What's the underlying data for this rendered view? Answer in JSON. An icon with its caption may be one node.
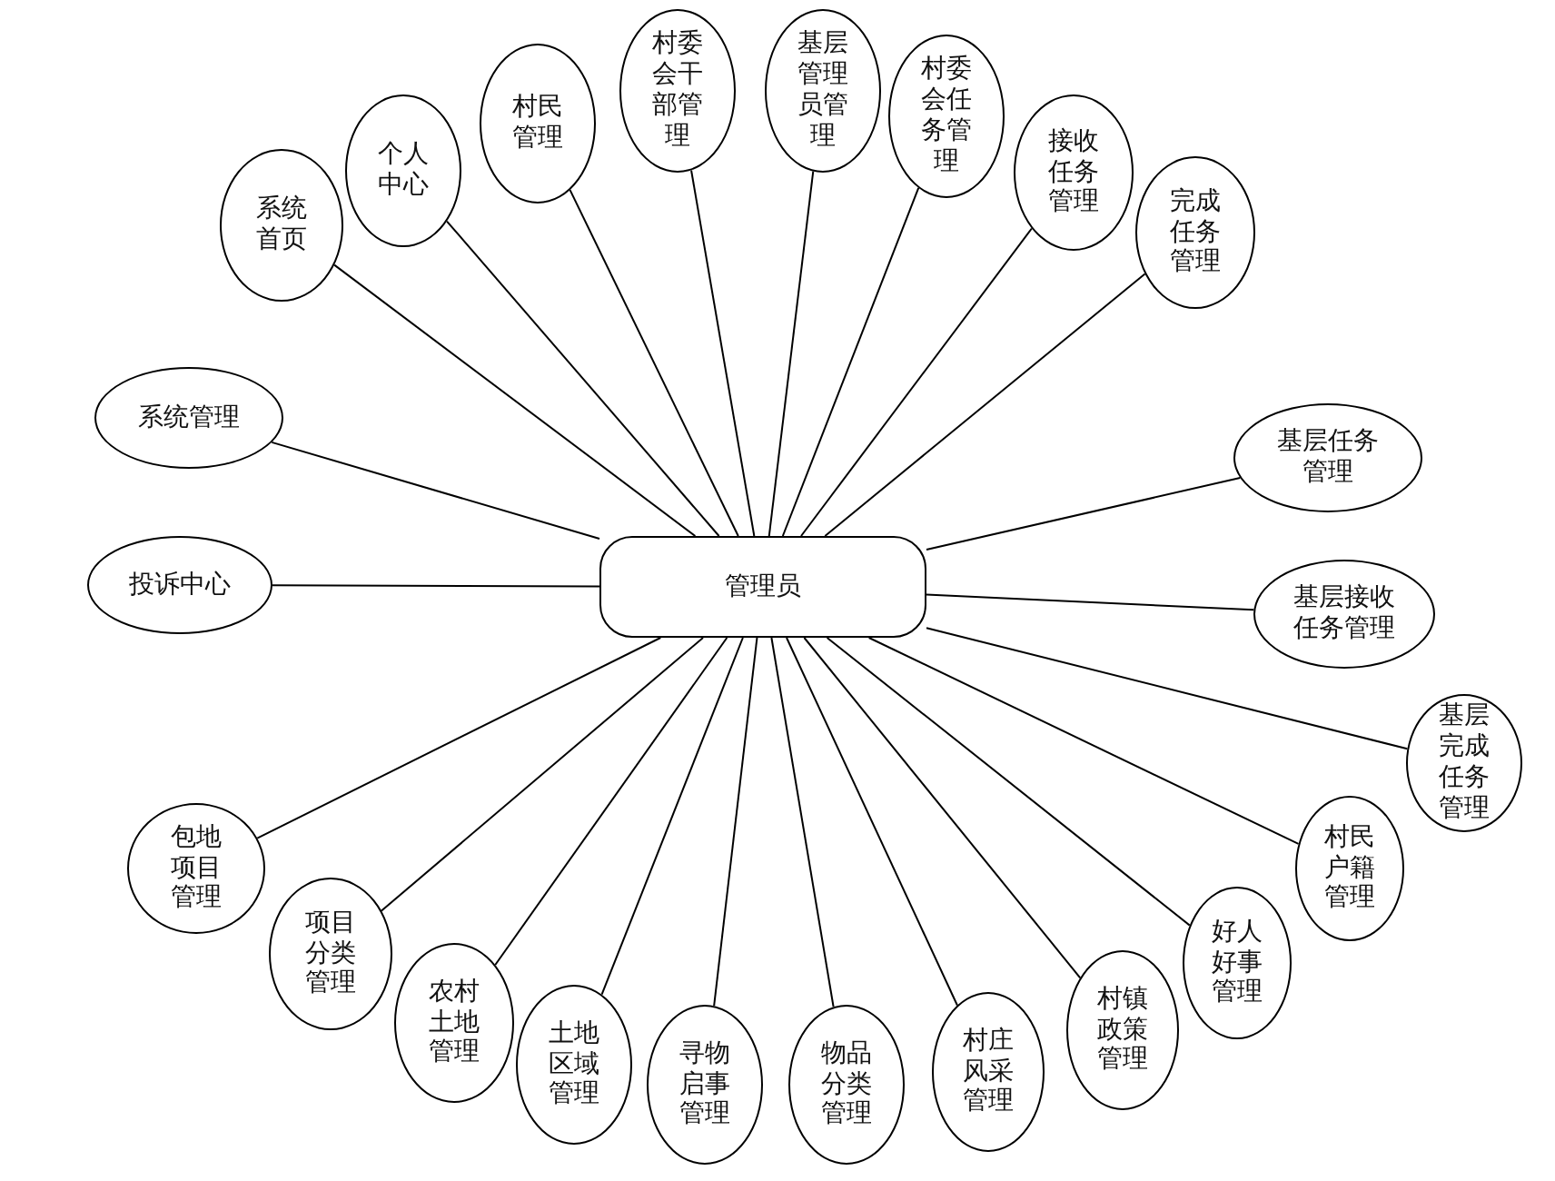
{
  "diagram": {
    "nodes": [
      {
        "text": [
          "管理员"
        ]
      },
      {
        "text": [
          "系统首页"
        ]
      },
      {
        "text": [
          "个人中心"
        ]
      },
      {
        "text": [
          "村民管理"
        ]
      },
      {
        "text": [
          "村委会干部管理"
        ]
      },
      {
        "text": [
          "基层管理员管理"
        ]
      },
      {
        "text": [
          "村委会任务管理"
        ]
      },
      {
        "text": [
          "接收任务管理"
        ]
      },
      {
        "text": [
          "完成任务管理"
        ]
      },
      {
        "text": [
          "系统管理"
        ]
      },
      {
        "text": [
          "基层任务管理"
        ]
      },
      {
        "text": [
          "投诉中心"
        ]
      },
      {
        "text": [
          "基层接收任务管理"
        ]
      },
      {
        "text": [
          "基层完成任务管理"
        ]
      },
      {
        "text": [
          "包地项目管理"
        ]
      },
      {
        "text": [
          "村民户籍管理"
        ]
      },
      {
        "text": [
          "好人好事管理"
        ]
      },
      {
        "text": [
          "项目分类管理"
        ]
      },
      {
        "text": [
          "村镇政策管理"
        ]
      },
      {
        "text": [
          "农村土地管理"
        ]
      },
      {
        "text": [
          "村庄风采管理"
        ]
      },
      {
        "text": [
          "土地区域管理"
        ]
      },
      {
        "text": [
          "寻物启事管理"
        ]
      },
      {
        "text": [
          "物品分类管理"
        ]
      }
    ],
    "edges": [
      {
        "from": 0,
        "to": 1,
        "arrow": "none"
      },
      {
        "from": 0,
        "to": 2,
        "arrow": "none"
      },
      {
        "from": 0,
        "to": 3,
        "arrow": "none"
      },
      {
        "from": 0,
        "to": 4,
        "arrow": "none"
      },
      {
        "from": 0,
        "to": 5,
        "arrow": "none"
      },
      {
        "from": 0,
        "to": 6,
        "arrow": "none"
      },
      {
        "from": 0,
        "to": 7,
        "arrow": "none"
      },
      {
        "from": 0,
        "to": 8,
        "arrow": "none"
      },
      {
        "from": 0,
        "to": 9,
        "arrow": "none"
      },
      {
        "from": 0,
        "to": 10,
        "arrow": "none"
      },
      {
        "from": 0,
        "to": 11,
        "arrow": "none"
      },
      {
        "from": 0,
        "to": 12,
        "arrow": "none"
      },
      {
        "from": 0,
        "to": 13,
        "arrow": "none"
      },
      {
        "from": 0,
        "to": 14,
        "arrow": "none"
      },
      {
        "from": 0,
        "to": 15,
        "arrow": "none"
      },
      {
        "from": 0,
        "to": 16,
        "arrow": "none"
      },
      {
        "from": 0,
        "to": 17,
        "arrow": "none"
      },
      {
        "from": 0,
        "to": 18,
        "arrow": "none"
      },
      {
        "from": 0,
        "to": 19,
        "arrow": "none"
      },
      {
        "from": 0,
        "to": 20,
        "arrow": "none"
      },
      {
        "from": 0,
        "to": 21,
        "arrow": "none"
      },
      {
        "from": 0,
        "to": 22,
        "arrow": "none"
      },
      {
        "from": 0,
        "to": 23,
        "arrow": "none"
      }
    ]
  }
}
